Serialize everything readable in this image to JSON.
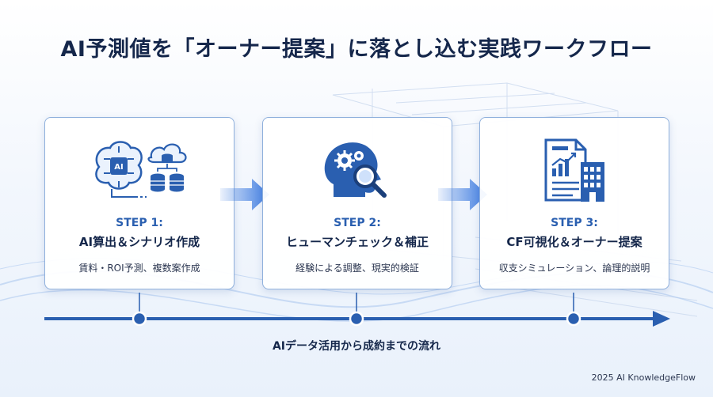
{
  "title": "AI予測値を「オーナー提案」に落とし込む実践ワークフロー",
  "steps": [
    {
      "step": "STEP 1:",
      "name": "AI算出＆シナリオ作成",
      "desc": "賃料・ROI予測、複数案作成",
      "icons": [
        "ai-brain-icon",
        "cloud-database-icon"
      ],
      "ai_label": "AI"
    },
    {
      "step": "STEP 2:",
      "name": "ヒューマンチェック＆補正",
      "desc": "経験による調整、現実的検証",
      "icons": [
        "head-gears-magnifier-icon"
      ]
    },
    {
      "step": "STEP 3:",
      "name": "CF可視化＆オーナー提案",
      "desc": "収支シミュレーション、論理的説明",
      "icons": [
        "chart-document-icon",
        "building-icon"
      ]
    }
  ],
  "timeline_caption": "AIデータ活用から成約までの流れ",
  "footer": "2025 AI KnowledgeFlow",
  "colors": {
    "accent": "#2a5fb0",
    "title": "#15274b",
    "card_border": "#8fb0dc",
    "arrow": "#3d7be0"
  }
}
